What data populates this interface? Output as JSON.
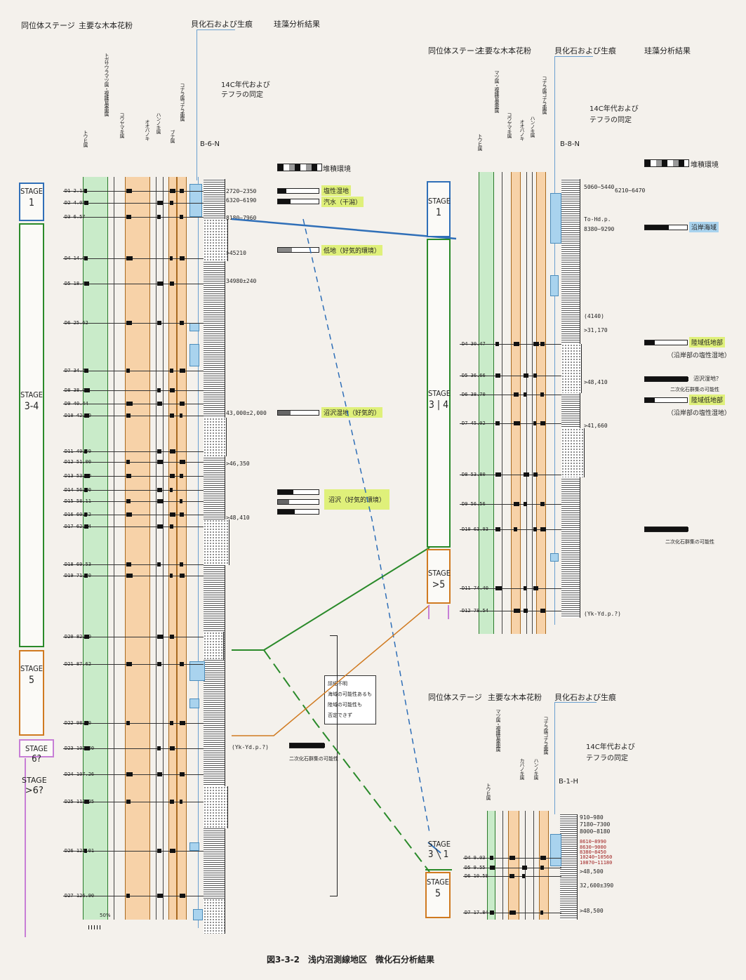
{
  "figure_caption": "図3-3-2　浅内沼測線地区　微化石分析結果",
  "headers": {
    "isotope_stage": "同位体ステージ",
    "pollen": "主要な木本花粉",
    "shell_fossil": "貝化石および生痕",
    "diatom": "珪藻分析結果",
    "c14": "14C年代および",
    "tephra": "テフラの同定",
    "env": "堆積環境"
  },
  "sec_b6": {
    "core": "B-6-N",
    "stages": [
      {
        "label": "STAGE",
        "num": "1"
      },
      {
        "label": "STAGE",
        "num": "3-4"
      },
      {
        "label": "STAGE",
        "num": "5"
      },
      {
        "label": "STAGE",
        "num": "6?"
      },
      {
        "label": "STAGE",
        "num": ">6?"
      }
    ],
    "samples": [
      "D1 2.13",
      "D2 4.07",
      "D3 6.57",
      "D4 14.65",
      "D5 18.40",
      "D6 25.62",
      "D7 34.52",
      "D8 38.06",
      "D9 40.44",
      "D10 42.20",
      "D11 49.09",
      "D12 51.00",
      "D13 53.80",
      "D14 56.00",
      "D15 58.11",
      "D16 60.32",
      "D17 62.34",
      "D18 69.53",
      "D19 71.20",
      "D20 82.50",
      "D21 87.62",
      "D22 98.10",
      "D23 102.20",
      "D24 107.26",
      "D25 112.25",
      "D26 121.01",
      "D27 126.90"
    ],
    "dates": [
      "2720~2350",
      "6320~6190",
      "8180~7960",
      ">45210",
      "34980±240",
      "43,000±2,000",
      ">46,350",
      ">48,410",
      "(Yk-Yd.p.?)"
    ],
    "env": [
      "塩性湿地",
      "汽水（干潟）",
      "低地（好気的環境）",
      "沼沢湿地（好気的）",
      "沼沢（好気的環境）"
    ],
    "note_bottom": "二次化石群集の可能性",
    "scale_pct": "50%"
  },
  "sec_b8": {
    "core": "B-8-N",
    "stages": [
      {
        "label": "STAGE",
        "num": "1"
      },
      {
        "label": "STAGE",
        "num": "3 | 4"
      },
      {
        "label": "STAGE",
        "num": ">5"
      }
    ],
    "samples": [
      "D4 30.47",
      "D5 36.66",
      "D6 38.70",
      "D7 45.02",
      "D8 53.80",
      "D9 56.56",
      "D10 63.93",
      "D11 74.40",
      "D12 78.54"
    ],
    "dates": [
      "5060~5440",
      "6210~6470",
      "To-Hd.p.",
      "8380~9290",
      "(4140)",
      ">31,170",
      ">48,410",
      ">41,660",
      "(Yk-Yd.p.?)"
    ],
    "env": [
      "沿岸海域",
      "陸域低地部",
      "（沿岸部の塩性湿地）",
      "沼沢湿地？",
      "二次化石群集の可能性",
      "陸域低地部",
      "（沿岸部の塩性湿地）",
      "二次化石群集の可能性"
    ]
  },
  "sec_b1": {
    "core": "B-1-H",
    "stages": [
      {
        "label": "STAGE",
        "num": "3 ╲ 1"
      },
      {
        "label": "STAGE",
        "num": "5"
      }
    ],
    "samples": [
      "D4 9.03",
      "D5 9.55",
      "D6 10.58",
      "D7 17.84"
    ],
    "dates": [
      "910~980",
      "7180~7300",
      "8000~8180",
      "8610~8990",
      "8630~9000",
      "8380~8450",
      "10240~10560",
      "10870~11180",
      ">48,500",
      "32,600±390",
      ">48,500"
    ]
  },
  "middle_note": [
    "詳細不明",
    "海域の可能性あるも",
    "陸域の可能性も",
    "否定できず"
  ],
  "colors": {
    "green": "#2a8a2a",
    "orange": "#d07a20",
    "blue": "#2f6fb8",
    "violet": "#c77fd6",
    "hl": "#dff07a"
  }
}
